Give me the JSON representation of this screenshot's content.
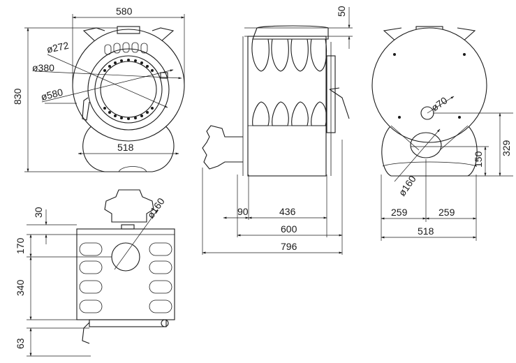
{
  "title": "",
  "dimensions": {
    "front_width": "580",
    "front_height": "830",
    "diam_272": "ø272",
    "diam_380": "ø380",
    "diam_580": "ø580",
    "base_width_front": "518",
    "top_offset": "50",
    "side_90": "90",
    "side_436": "436",
    "side_600": "600",
    "side_796": "796",
    "diam_70": "ø70",
    "diam_160_right": "ø160",
    "height_329": "329",
    "height_150": "150",
    "rear_259_left": "259",
    "rear_259_right": "259",
    "rear_518": "518",
    "plan_30": "30",
    "plan_170": "170",
    "plan_340": "340",
    "plan_63": "63",
    "diam_160_plan": "ø160"
  }
}
